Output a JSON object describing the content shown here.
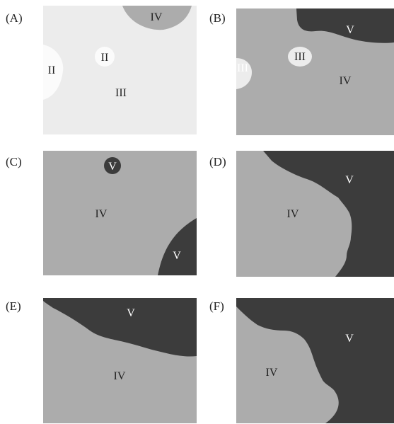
{
  "colors": {
    "region_II": "#fbfbfb",
    "region_III": "#ececec",
    "region_IV": "#acacac",
    "region_V": "#3c3c3c",
    "text_on_light": "#222222",
    "text_on_dark": "#ffffff"
  },
  "panels": [
    {
      "label": "(A)",
      "regions": [
        "II",
        "II",
        "III",
        "IV"
      ]
    },
    {
      "label": "(B)",
      "regions": [
        "III",
        "III",
        "IV",
        "V"
      ]
    },
    {
      "label": "(C)",
      "regions": [
        "V",
        "IV",
        "V"
      ]
    },
    {
      "label": "(D)",
      "regions": [
        "V",
        "IV"
      ]
    },
    {
      "label": "(E)",
      "regions": [
        "V",
        "IV"
      ]
    },
    {
      "label": "(F)",
      "regions": [
        "IV",
        "V"
      ]
    }
  ]
}
